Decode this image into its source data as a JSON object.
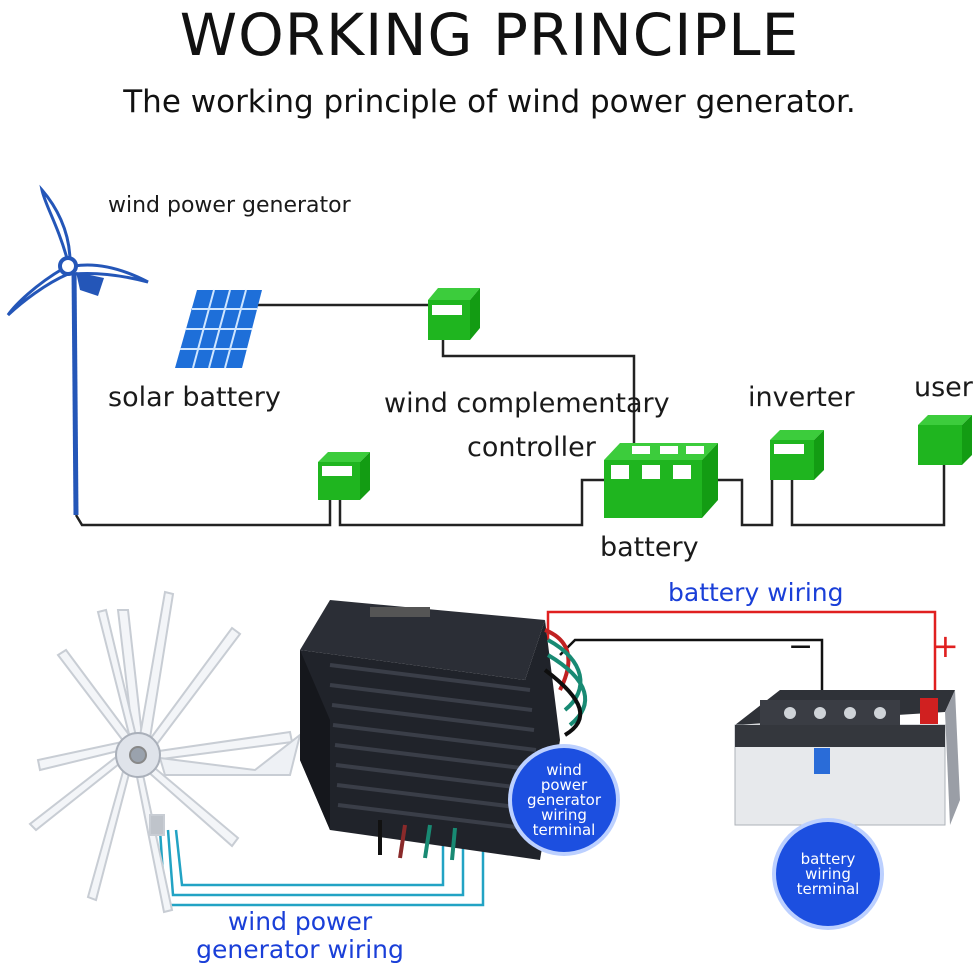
{
  "header": {
    "title": "WORKING PRINCIPLE",
    "subtitle": "The working principle of wind power generator."
  },
  "diagram": {
    "wind_power_generator_label": "wind power generator",
    "solar_battery_label": "solar battery",
    "controller_label_line1": "wind complementary",
    "controller_label_line2": "controller",
    "inverter_label": "inverter",
    "user_label": "user",
    "battery_label": "battery"
  },
  "wiring": {
    "battery_wiring_label": "battery wiring",
    "plus_sign": "+",
    "minus_sign": "−",
    "wind_terminal_text": "wind power generator wiring terminal",
    "battery_terminal_text": "battery wiring terminal",
    "wind_wiring_line1": "wind power",
    "wind_wiring_line2": "generator wiring"
  },
  "colors": {
    "box_green": "#1fb51f",
    "turbine_blue": "#2456b8",
    "callout_blue": "#1c4fe0",
    "wire_red": "#e02020"
  }
}
